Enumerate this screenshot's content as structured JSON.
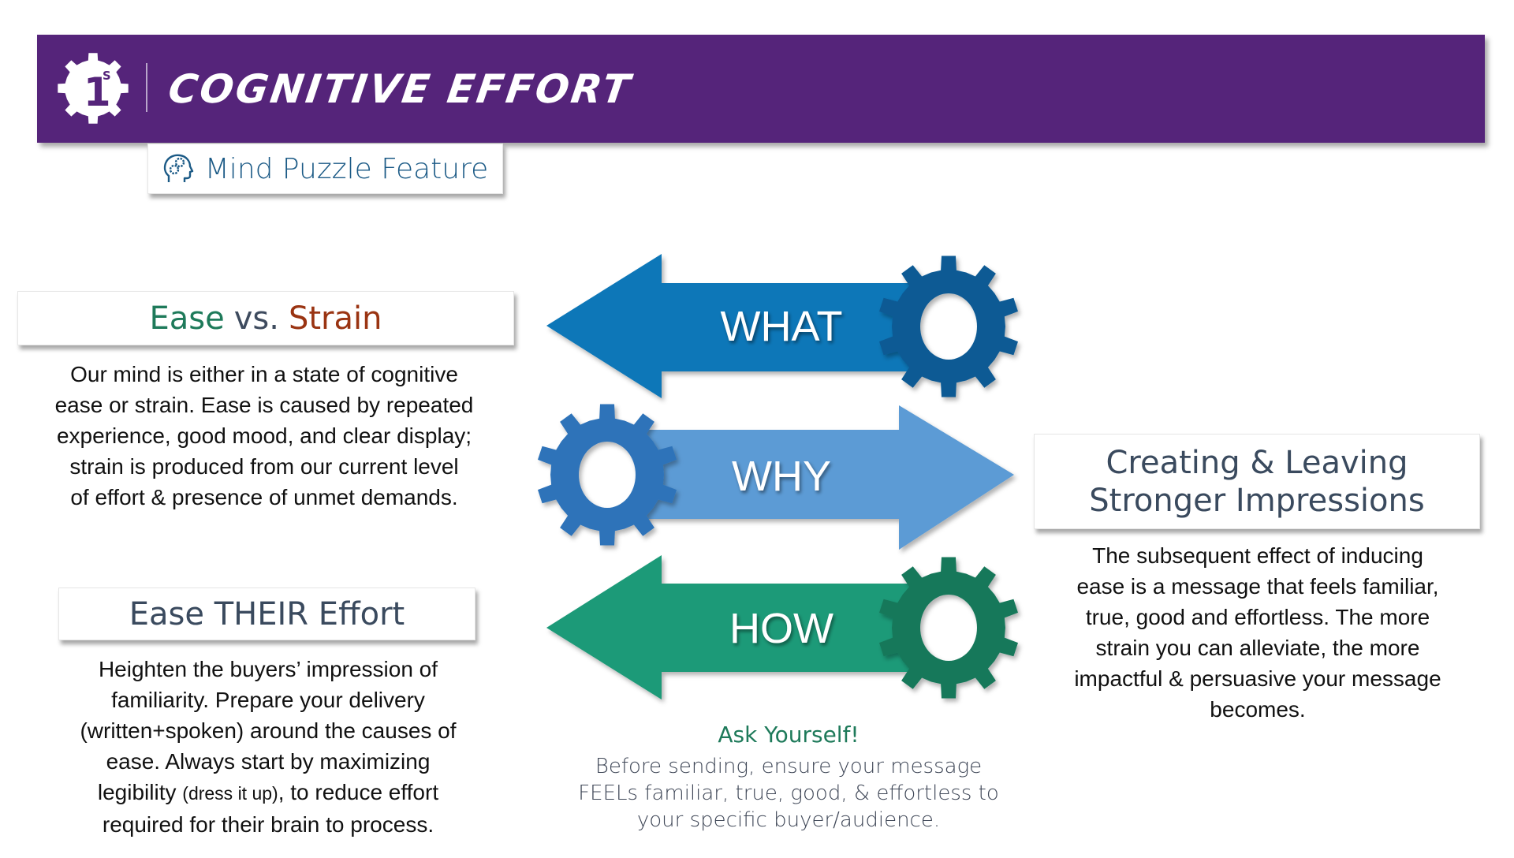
{
  "header": {
    "title": "COGNITIVE EFFORT",
    "logo": {
      "icon": "gear-logo-icon",
      "glyph": "1",
      "superscript": "S"
    },
    "banner_color": "#55247A"
  },
  "feature_tag": {
    "label": "Mind Puzzle Feature",
    "icon": "head-gears-icon",
    "color": "#1B5A86"
  },
  "ease_vs_strain": {
    "heading": {
      "ease": "Ease",
      "vs": "vs.",
      "strain": "Strain"
    },
    "colors": {
      "ease": "#1E7A5A",
      "vs": "#3E4B5E",
      "strain": "#9A3412"
    },
    "body_lines": [
      "Our mind is either in a state of cognitive",
      "ease or strain. Ease is caused by repeated",
      "experience, good mood, and clear display;",
      "strain is produced from our current level",
      "of effort & presence of unmet demands."
    ]
  },
  "ease_their_effort": {
    "heading": "Ease THEIR Effort",
    "body_lines": [
      "Heighten the buyers’ impression of",
      "familiarity. Prepare your delivery",
      "(written+spoken) around the causes of",
      "ease. Always start by maximizing"
    ],
    "line5": {
      "pre": "legibility ",
      "small": "(dress it up)",
      "post": ", to reduce effort"
    },
    "line6": "required for their brain to process."
  },
  "impressions": {
    "heading_lines": [
      "Creating & Leaving",
      "Stronger Impressions"
    ],
    "body_lines": [
      "The subsequent effect of inducing",
      "ease is a message that feels familiar,",
      "true, good and effortless. The more",
      "strain you can alleviate, the more",
      "impactful & persuasive your message",
      "becomes."
    ]
  },
  "arrows": [
    {
      "label": "WHAT",
      "direction": "left",
      "arrow_color": "#0B77B8",
      "gear_color": "#0A5A94"
    },
    {
      "label": "WHY",
      "direction": "right",
      "arrow_color": "#5B9BD5",
      "gear_color": "#2E73B9"
    },
    {
      "label": "HOW",
      "direction": "left",
      "arrow_color": "#1E9A78",
      "gear_color": "#17785A"
    }
  ],
  "ask_yourself": {
    "title": "Ask Yourself!",
    "body_lines": [
      "Before sending, ensure your message",
      "FEELs familiar, true, good, & effortless to",
      "your specific buyer/audience."
    ]
  }
}
